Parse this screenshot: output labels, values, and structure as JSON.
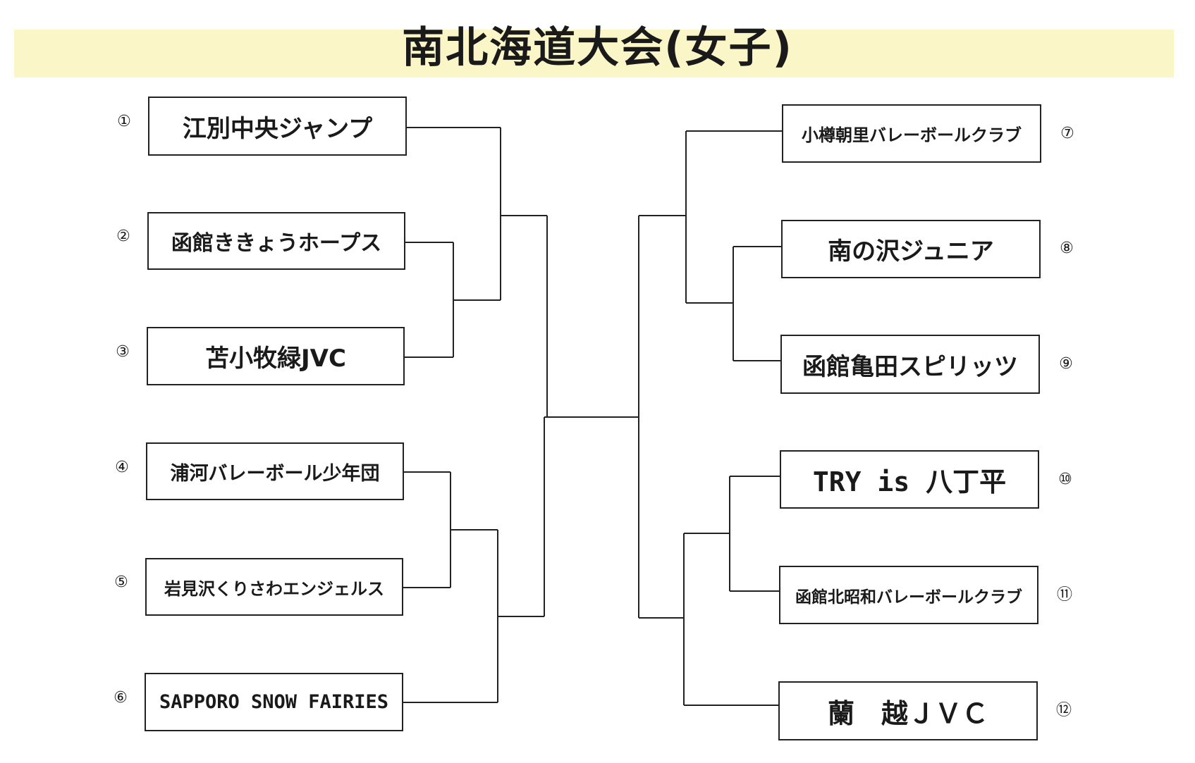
{
  "title": "南北海道大会(女子)",
  "left_teams": [
    {
      "seed": "①",
      "name": "江別中央ジャンプ"
    },
    {
      "seed": "②",
      "name": "函館ききょうホープス"
    },
    {
      "seed": "③",
      "name": "苫小牧緑JVC"
    },
    {
      "seed": "④",
      "name": "浦河バレーボール少年団"
    },
    {
      "seed": "⑤",
      "name": "岩見沢くりさわエンジェルス"
    },
    {
      "seed": "⑥",
      "name": "SAPPORO SNOW FAIRIES"
    }
  ],
  "right_teams": [
    {
      "seed": "⑦",
      "name": "小樽朝里バレーボールクラブ"
    },
    {
      "seed": "⑧",
      "name": "南の沢ジュニア"
    },
    {
      "seed": "⑨",
      "name": "函館亀田スピリッツ"
    },
    {
      "seed": "⑩",
      "name": "TRY is 八丁平"
    },
    {
      "seed": "⑪",
      "name": "函館北昭和バレーボールクラブ"
    },
    {
      "seed": "⑫",
      "name": "蘭　越ＪＶＣ"
    }
  ]
}
